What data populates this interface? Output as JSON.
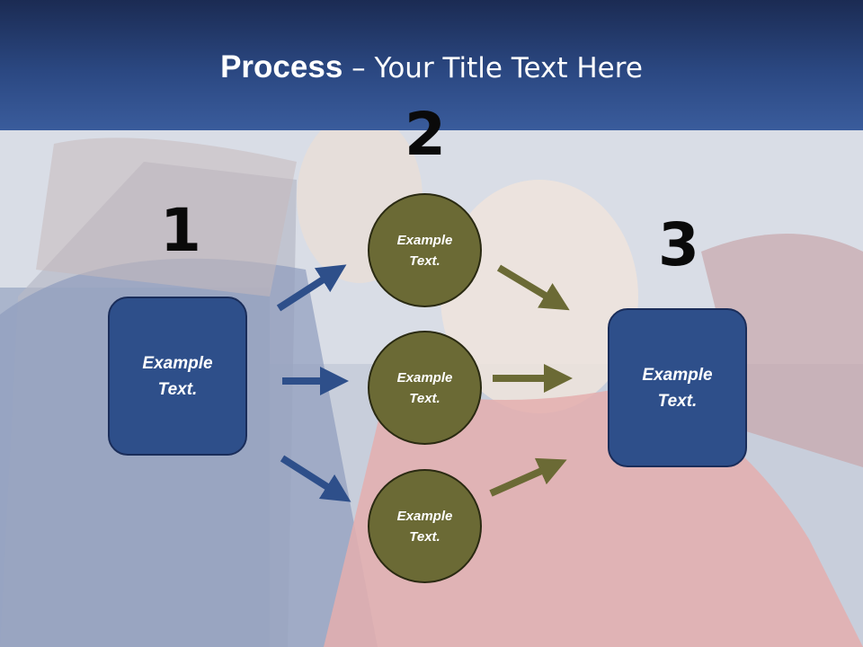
{
  "title": {
    "bold": "Process",
    "rest": " – Your Title Text Here"
  },
  "numbers": {
    "n1": "1",
    "n2": "2",
    "n3": "3"
  },
  "left_box": {
    "line1": "Example",
    "line2": "Text."
  },
  "right_box": {
    "line1": "Example",
    "line2": "Text."
  },
  "circles": [
    {
      "line1": "Example",
      "line2": "Text."
    },
    {
      "line1": "Example",
      "line2": "Text."
    },
    {
      "line1": "Example",
      "line2": "Text."
    }
  ],
  "colors": {
    "blue_accent": "#2e4f8a",
    "olive_accent": "#6b6a35",
    "title_bar": "#2b4882"
  }
}
